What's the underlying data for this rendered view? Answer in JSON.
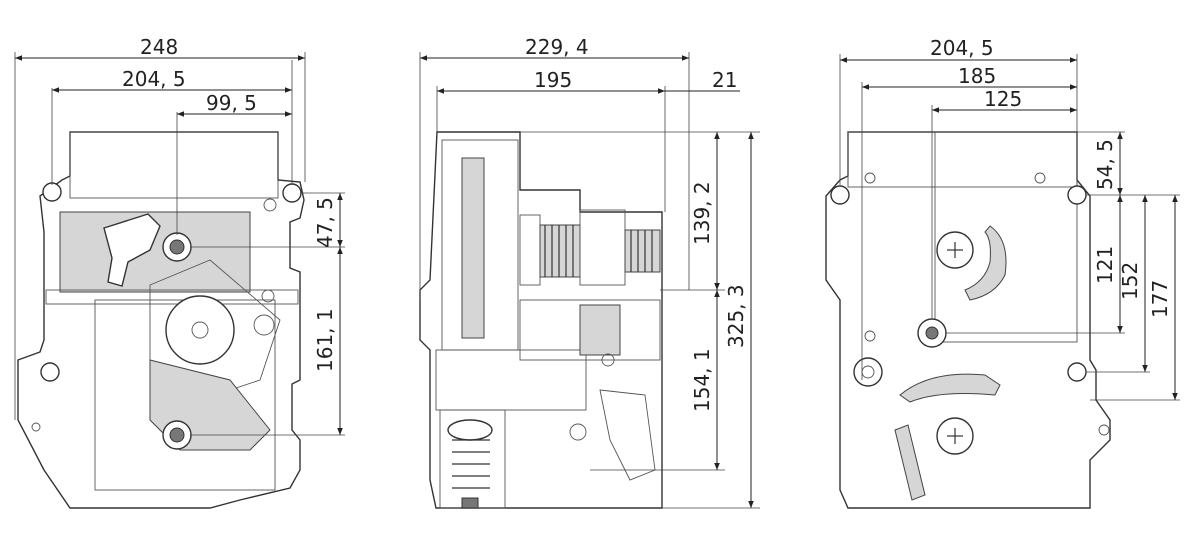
{
  "views": {
    "front": {
      "dims": {
        "w_total": "248",
        "w_holes": "204, 5",
        "w_center": "99, 5",
        "h_upper": "47, 5",
        "h_lower": "161, 1"
      }
    },
    "side": {
      "dims": {
        "w_total": "229, 4",
        "w_body": "195",
        "w_shaft": "21",
        "h_upper": "139, 2",
        "h_total": "325, 3",
        "h_lower": "154, 1"
      }
    },
    "rear": {
      "dims": {
        "w_total": "204, 5",
        "w_mid": "185",
        "w_inner": "125",
        "h_top": "54, 5",
        "h_121": "121",
        "h_152": "152",
        "h_177": "177"
      }
    }
  }
}
